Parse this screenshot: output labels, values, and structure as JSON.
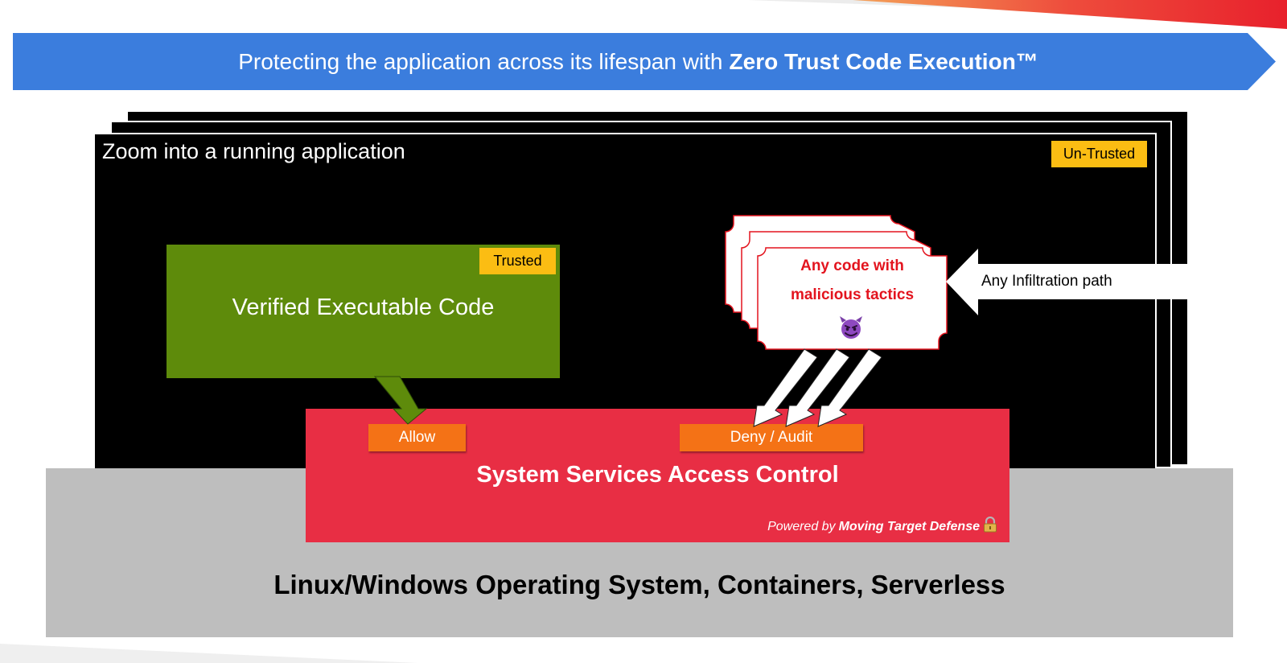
{
  "banner": {
    "prefix": "Protecting the application across its lifespan with",
    "emphasis": "Zero Trust Code Execution™"
  },
  "app_window": {
    "title": "Zoom into a running application",
    "untrusted_badge": "Un-Trusted"
  },
  "verified_code": {
    "label": "Verified Executable Code",
    "trusted_badge": "Trusted"
  },
  "malicious_code": {
    "line1": "Any code with",
    "line2": "malicious tactics",
    "icon": "devil-face-icon"
  },
  "infiltration": {
    "label": "Any Infiltration path"
  },
  "access_control": {
    "title": "System Services Access Control",
    "allow_label": "Allow",
    "deny_label": "Deny / Audit",
    "powered_prefix": "Powered by",
    "powered_brand": "Moving Target Defense",
    "icon": "lock-icon"
  },
  "os_layer": {
    "label": "Linux/Windows Operating System, Containers, Serverless"
  },
  "colors": {
    "banner": "#3b7ddd",
    "window": "#000000",
    "badge": "#fbbd13",
    "verified": "#5e8b0b",
    "access": "#e82e44",
    "action": "#f47216",
    "os": "#bebebe",
    "malicious_text": "#e3141e"
  }
}
